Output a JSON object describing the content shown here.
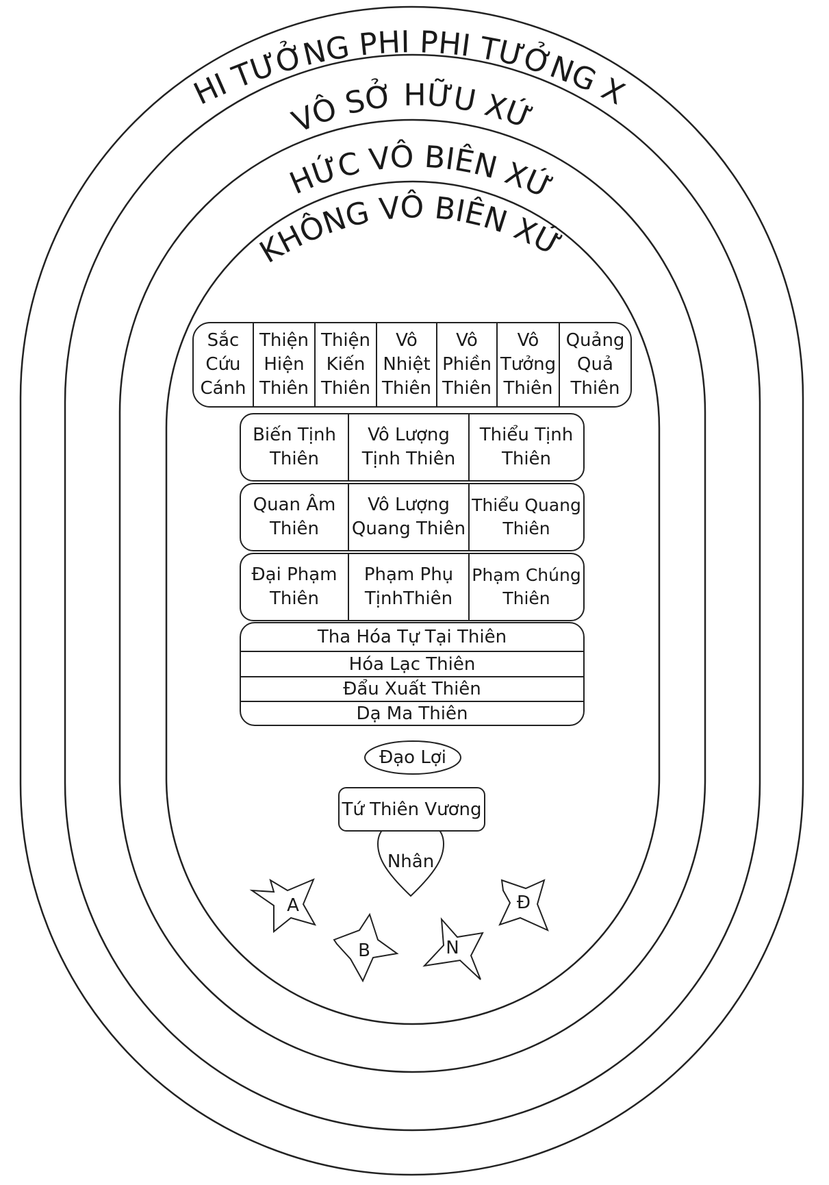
{
  "realms": {
    "outer1": "PHI TƯỞNG PHI PHI TƯỞNG XỨ",
    "outer2": "VÔ SỞ HỮU XỨ",
    "outer3": "THỨC VÔ BIÊN XỨ",
    "outer4": "KHÔNG VÔ BIÊN XỨ"
  },
  "top_row": [
    "Sắc\nCứu\nCánh",
    "Thiện\nHiện\nThiên",
    "Thiện\nKiến\nThiên",
    "Vô\nNhiệt\nThiên",
    "Vô\nPhiền\nThiên",
    "Vô\nTưởng\nThiên",
    "Quảng\nQuả\nThiên"
  ],
  "row2": [
    "Biến Tịnh\nThiên",
    "Vô Lượng\nTịnh Thiên",
    "Thiểu Tịnh\nThiên"
  ],
  "row3": [
    "Quan Âm\nThiên",
    "Vô Lượng\nQuang Thiên",
    "Thiểu Quang\nThiên"
  ],
  "row4": [
    "Đại Phạm\nThiên",
    "Phạm Phụ\nTịnhThiên",
    "Phạm Chúng\nThiên"
  ],
  "desire_heavens": [
    "Tha Hóa Tự  Tại Thiên",
    "Hóa Lạc Thiên",
    "Đẩu Xuất Thiên",
    "Dạ Ma Thiên"
  ],
  "dao_loi": "Đạo Lợi",
  "tu_thien_vuong": "Tứ Thiên Vương",
  "nhan": "Nhân",
  "stars": {
    "a": "A",
    "b": "B",
    "n": "N",
    "d": "Đ"
  }
}
